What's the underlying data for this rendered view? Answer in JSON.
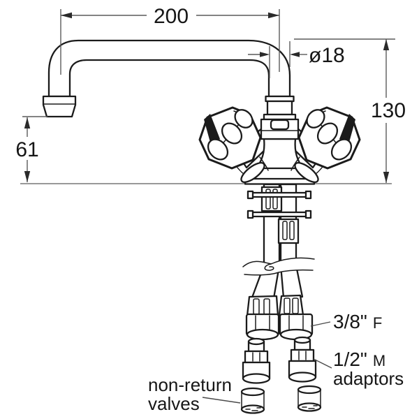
{
  "diagram": {
    "background": "#ffffff",
    "stroke_color": "#1b1b1b",
    "dimension_color": "#5a5a5a",
    "deck_line_color": "#999999",
    "dimensions": {
      "spout_reach": "200",
      "spout_diameter": "ø18",
      "height_above_deck": "130",
      "spout_clearance": "61"
    },
    "labels": {
      "hose_size": "3/8\"",
      "hose_gender": "F",
      "adaptor_size": "1/2\"",
      "adaptor_gender": "M",
      "adaptor_word": "adaptors",
      "nonreturn_line1": "non-return",
      "nonreturn_line2": "valves"
    }
  }
}
